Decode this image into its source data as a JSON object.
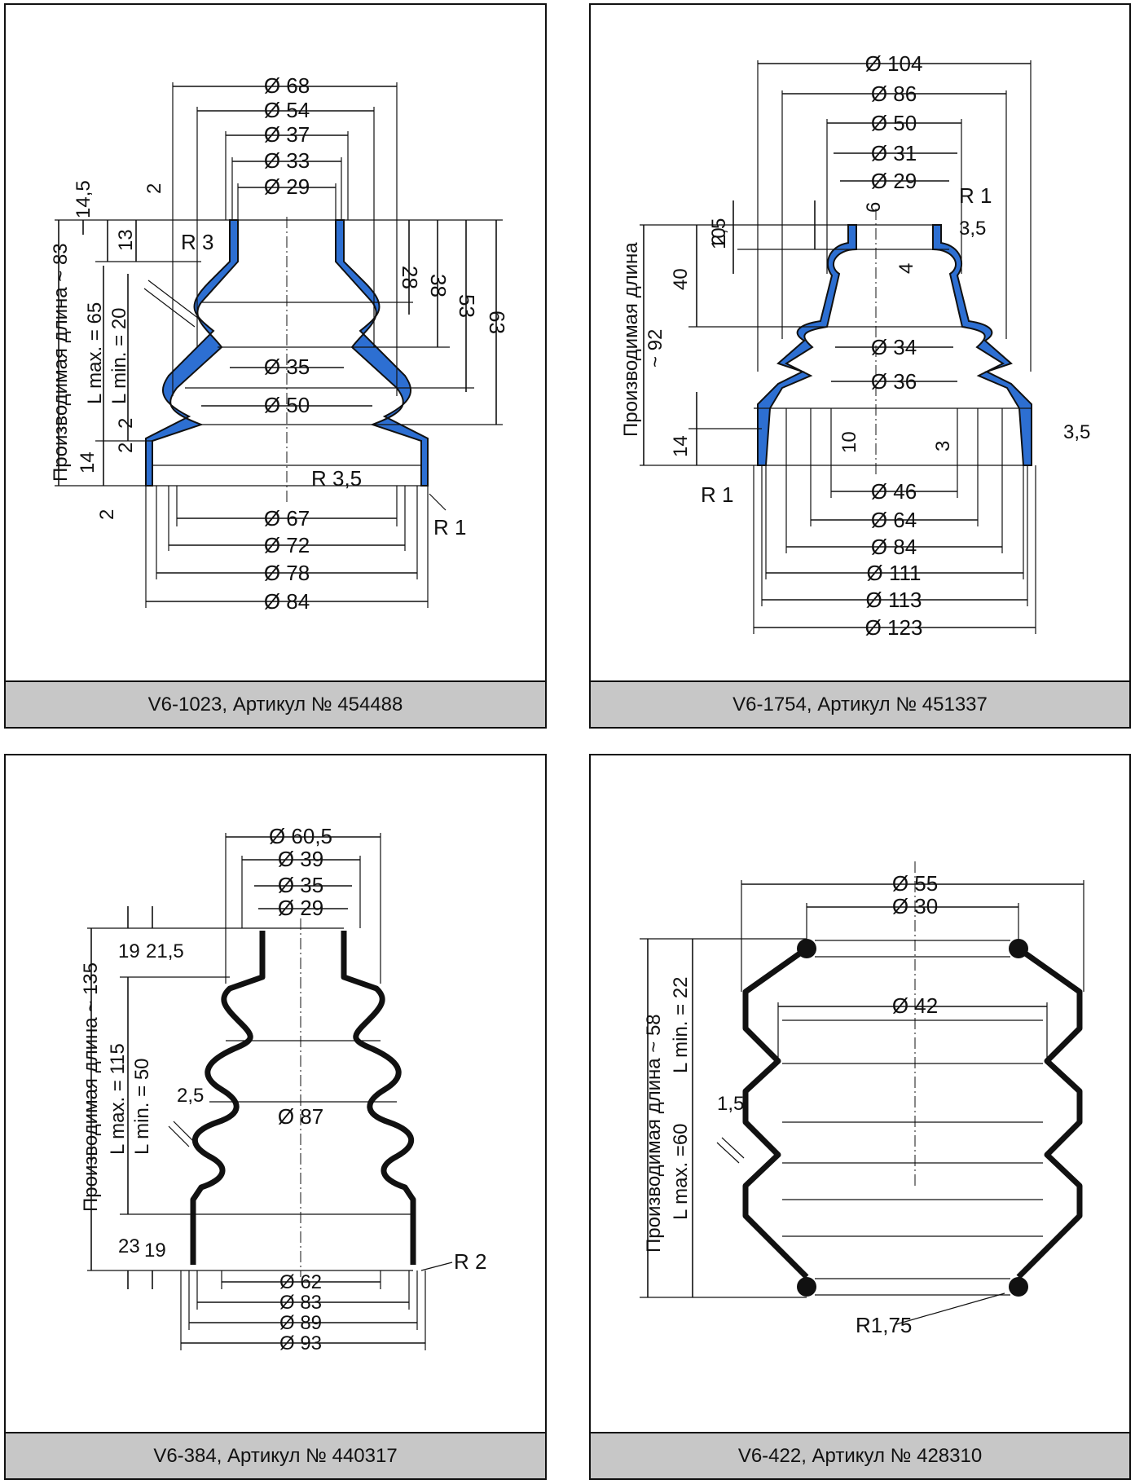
{
  "panels": [
    {
      "id": "p1",
      "caption": "V6-1023, Артикул № 454488",
      "top_diameters": [
        "Ø 68",
        "Ø 54",
        "Ø 37",
        "Ø 33",
        "Ø 29"
      ],
      "mid_labels": [
        "Ø 35",
        "Ø 50"
      ],
      "bottom_diameters": [
        "Ø 67",
        "Ø 72",
        "Ø 78",
        "Ø 84"
      ],
      "right_heights": [
        "28",
        "38",
        "53",
        "63"
      ],
      "left_dims": [
        "14,5",
        "13",
        "2",
        "2",
        "14",
        "2",
        "2"
      ],
      "radii": [
        "R 3",
        "R 3,5",
        "R 1"
      ],
      "vertical_text": [
        "Производимая длина ~ 83",
        "L max. = 65",
        "L min. = 20"
      ]
    },
    {
      "id": "p2",
      "caption": "V6-1754, Артикул № 451337",
      "top_diameters": [
        "Ø 104",
        "Ø 86",
        "Ø 50",
        "Ø 31",
        "Ø 29"
      ],
      "mid_labels": [
        "Ø 34",
        "Ø 36"
      ],
      "bottom_diameters": [
        "Ø 46",
        "Ø 64",
        "Ø 84",
        "Ø 111",
        "Ø 113",
        "Ø 123"
      ],
      "dims": [
        "2,5",
        "6",
        "10",
        "40",
        "4",
        "14",
        "10",
        "3",
        "3,5",
        "3,5"
      ],
      "radii": [
        "R 1",
        "R 1"
      ],
      "vertical_text": [
        "Производимая длина",
        "~ 92"
      ]
    },
    {
      "id": "p3",
      "caption": "V6-384, Артикул № 440317",
      "top_diameters": [
        "Ø 60,5",
        "Ø 39",
        "Ø 35",
        "Ø 29"
      ],
      "mid_labels": [
        "Ø 87"
      ],
      "bottom_diameters": [
        "Ø 62",
        "Ø 83",
        "Ø 89",
        "Ø 93"
      ],
      "dims": [
        "19",
        "21,5",
        "2,5",
        "23",
        "19"
      ],
      "radii": [
        "R 2"
      ],
      "vertical_text": [
        "Производимая длина ~ 135",
        "L max. = 115",
        "L min. = 50"
      ]
    },
    {
      "id": "p4",
      "caption": "V6-422, Артикул № 428310",
      "top_diameters": [
        "Ø 55",
        "Ø 30"
      ],
      "mid_labels": [
        "Ø 42"
      ],
      "dims": [
        "1,5"
      ],
      "radii": [
        "R1,75"
      ],
      "vertical_text": [
        "Производимая длина ~ 58",
        "L max. =60",
        "L min. = 22"
      ]
    }
  ]
}
